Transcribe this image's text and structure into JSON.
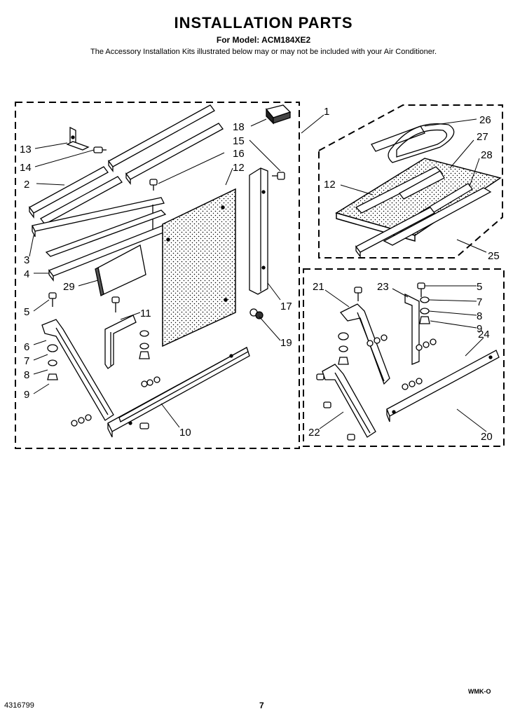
{
  "header": {
    "title": "INSTALLATION PARTS",
    "model_line": "For Model: ACM184XE2",
    "note": "The Accessory Installation Kits illustrated below may or may not be included with your Air Conditioner."
  },
  "callouts": {
    "c1": "1",
    "c2": "2",
    "c3": "3",
    "c4": "4",
    "c5": "5",
    "c6": "6",
    "c7": "7",
    "c8": "8",
    "c9": "9",
    "c10": "10",
    "c11": "11",
    "c12": "12",
    "c13": "13",
    "c14": "14",
    "c15": "15",
    "c16": "16",
    "c17": "17",
    "c18": "18",
    "c19": "19",
    "c29": "29",
    "r12": "12",
    "r20": "20",
    "r21": "21",
    "r22": "22",
    "r23": "23",
    "r24": "24",
    "r25": "25",
    "r26": "26",
    "r27": "27",
    "r28": "28",
    "r5": "5",
    "r7": "7",
    "r8": "8",
    "r9": "9"
  },
  "footer": {
    "part_number": "4316799",
    "page": "7",
    "code": "WMK-O"
  }
}
